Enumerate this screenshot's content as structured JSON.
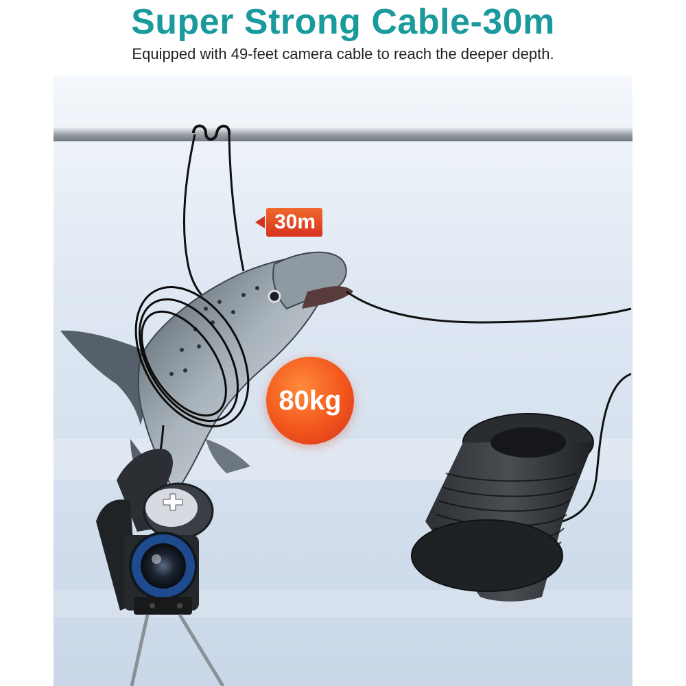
{
  "header": {
    "title": "Super Strong Cable-30m",
    "subtitle": "Equipped with 49-feet camera cable to reach the deeper depth."
  },
  "badges": {
    "length": "30m",
    "weight": "80kg"
  },
  "colors": {
    "title": "#1a9a9c",
    "accent": "#e8451e",
    "background_water": "#dfe8f3"
  }
}
